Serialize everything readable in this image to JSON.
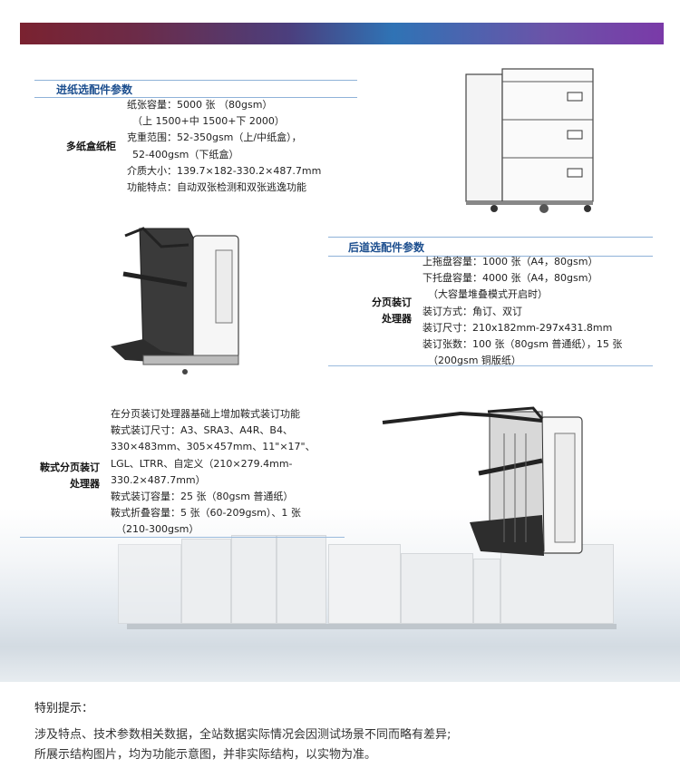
{
  "header": {
    "accent_start": "#7a2230",
    "accent_end": "#7a3aa8"
  },
  "section_paper": {
    "title": "进纸选配件参数",
    "item_label": "多纸盒纸柜",
    "specs": [
      "纸张容量：5000 张  （80gsm）",
      "（上 1500+中 1500+下 2000）",
      "克重范围：52-350gsm（上/中纸盒），",
      "52-400gsm（下纸盒）",
      "介质大小：139.7×182-330.2×487.7mm",
      "功能特点：自动双张检测和双张逃逸功能"
    ]
  },
  "section_post": {
    "title": "后道选配件参数",
    "item_label_1": "分页装订",
    "item_label_2": "处理器",
    "specs": [
      "上拖盘容量：1000 张（A4，80gsm）",
      "下托盘容量：4000 张（A4，80gsm）",
      "（大容量堆叠模式开启时）",
      "装订方式：角订、双订",
      "装订尺寸：210x182mm-297x431.8mm",
      "装订张数：100 张（80gsm 普通纸），15 张",
      "（200gsm 铜版纸）"
    ]
  },
  "section_booklet": {
    "item_label_1": "鞍式分页装订",
    "item_label_2": "处理器",
    "specs": [
      "在分页装订处理器基础上增加鞍式装订功能",
      "鞍式装订尺寸：A3、SRA3、A4R、B4、",
      "330×483mm、305×457mm、11\"×17\"、",
      "LGL、LTRR、自定义（210×279.4mm-",
      "330.2×487.7mm）",
      "鞍式装订容量：25 张（80gsm 普通纸）",
      "鞍式折叠容量：5 张（60-209gsm）、1 张",
      "（210-300gsm）"
    ]
  },
  "notice": {
    "title": "特别提示：",
    "lines": [
      "涉及特点、技术参数相关数据，全站数据实际情况会因测试场景不同而略有差异;",
      "所展示结构图片，均为功能示意图，并非实际结构，以实物为准。"
    ]
  }
}
